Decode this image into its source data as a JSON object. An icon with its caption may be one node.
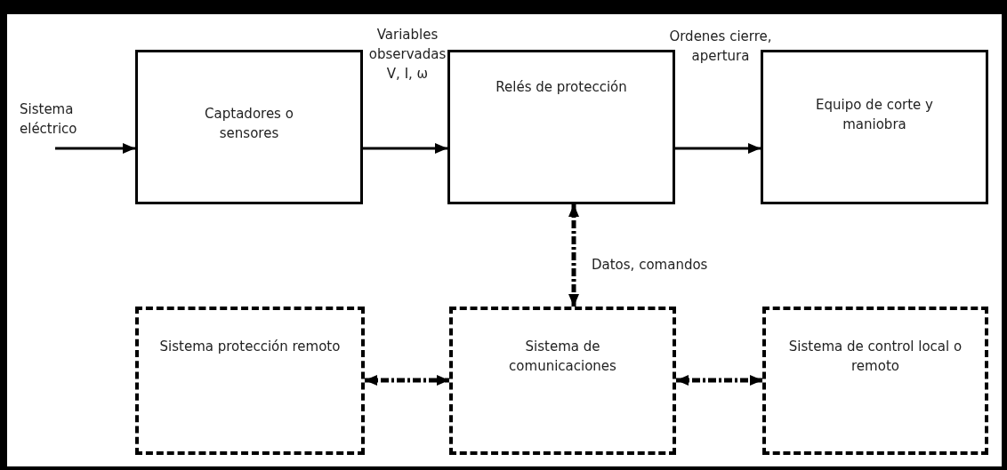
{
  "diagram": {
    "nodes": [
      {
        "text": [
          "Captadores o sensores"
        ]
      },
      {
        "text": [
          "Relés de protección"
        ]
      },
      {
        "text": [
          "Equipo de corte y maniobra"
        ]
      },
      {
        "text": [
          "Sistema protección remoto"
        ]
      },
      {
        "text": [
          "Sistema de comunicaciones"
        ]
      },
      {
        "text": [
          "Sistema de control local o remoto"
        ]
      }
    ],
    "edges": [
      {
        "from": null,
        "to": 0,
        "arrow": "to",
        "label": "Sistema eléctrico"
      },
      {
        "from": 0,
        "to": 1,
        "arrow": "to"
      },
      {
        "from": 1,
        "to": 2,
        "arrow": "to"
      },
      {
        "from": 1,
        "to": 4,
        "arrow": "both",
        "label": "Datos, comandos",
        "style": "dashed"
      },
      {
        "from": 3,
        "to": 4,
        "arrow": "both",
        "style": "dashed"
      },
      {
        "from": 4,
        "to": 5,
        "arrow": "both",
        "style": "dashed"
      }
    ],
    "labels": [
      "Variables observadas V, I, ω",
      "Ordenes cierre, apertura"
    ]
  }
}
